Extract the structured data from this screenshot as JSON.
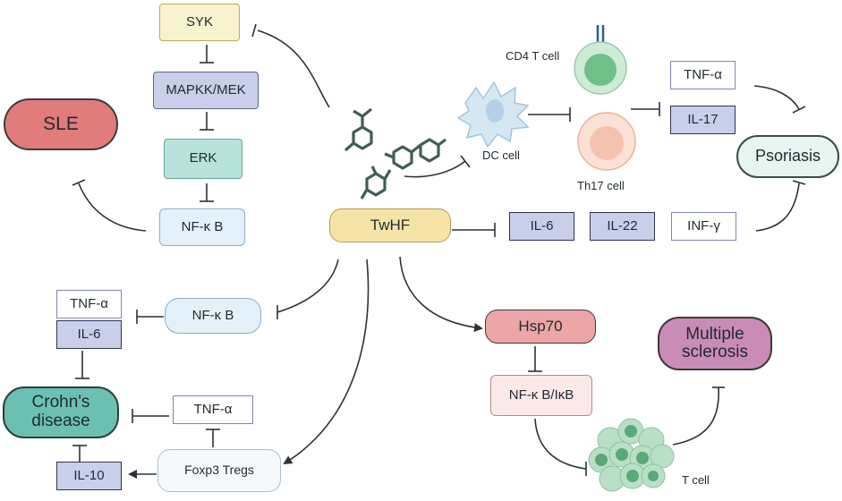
{
  "drug": {
    "name": "TwHF"
  },
  "diseases": {
    "sle": "SLE",
    "psoriasis": "Psoriasis",
    "crohns": "Crohn's disease",
    "ms": "Multiple sclerosis"
  },
  "sle_pathway": {
    "syk": "SYK",
    "mapkk": "MAPKK/MEK",
    "erk": "ERK",
    "nfkb": "NF-κ B"
  },
  "psoriasis_pathway": {
    "dc_cell": "DC cell",
    "cd4_cell": "CD4 T cell",
    "th17_cell": "Th17 cell",
    "tnf": "TNF-α",
    "il17": "IL-17",
    "il6": "IL-6",
    "il22": "IL-22",
    "inf": "INF-γ"
  },
  "crohns_pathway": {
    "nfkb": "NF-κ B",
    "tnf_top": "TNF-α",
    "il6": "IL-6",
    "tnf_mid": "TNF-α",
    "foxp3": "Foxp3 Tregs",
    "il10": "IL-10"
  },
  "ms_pathway": {
    "hsp70": "Hsp70",
    "nfkb_ikb": "NF-κ B/IκB",
    "t_cell": "T cell"
  },
  "colors": {
    "line": "#2b3138",
    "inhibit_box": "#c9cfe8",
    "teal": "#b7e3dc",
    "sle": "#e17c7c",
    "crohns": "#6cc0b2",
    "ms": "#c98bb8",
    "hsp70": "#eda5a5",
    "drug": "#f6e3a6"
  }
}
